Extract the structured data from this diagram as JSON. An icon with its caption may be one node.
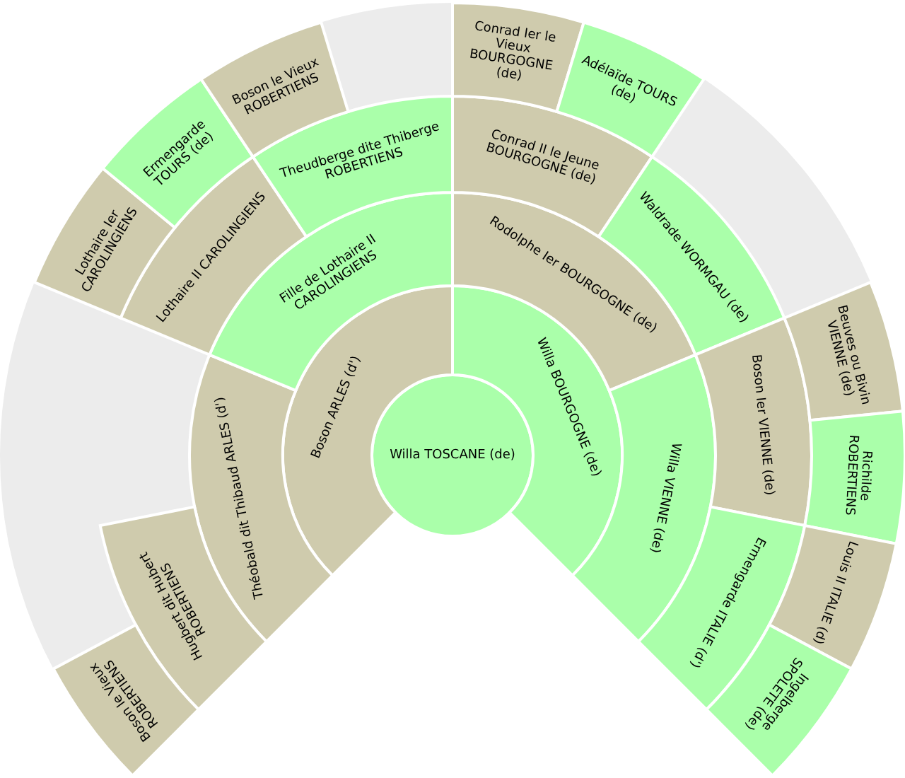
{
  "diagram": {
    "nodes": [
      {
        "text": [
          "Willa TOSCANE (de)"
        ]
      },
      {
        "text": [
          "Boson ARLES (d')"
        ]
      },
      {
        "text": [
          "Willa BOURGOGNE (de)"
        ]
      },
      {
        "text": [
          "Théobald dit Thibaud ARLES (d')"
        ]
      },
      {
        "text": [
          "Fille de Lothaire II CAROLINGIENS"
        ]
      },
      {
        "text": [
          "Rodolphe Ier BOURGOGNE (de)"
        ]
      },
      {
        "text": [
          "Willa VIENNE (de)"
        ]
      },
      {
        "text": [
          "Hugbert dit Hubert ROBERTIENS"
        ]
      },
      {
        "text": [
          "Lothaire II CAROLINGIENS"
        ]
      },
      {
        "text": [
          "Theudberge dite Thiberge ROBERTIENS"
        ]
      },
      {
        "text": [
          "Conrad II le Jeune BOURGOGNE (de)"
        ]
      },
      {
        "text": [
          "Waldrade WORMGAU (de)"
        ]
      },
      {
        "text": [
          "Boson Ier VIENNE (de)"
        ]
      },
      {
        "text": [
          "Ermengarde ITALIE (d')"
        ]
      },
      {
        "text": [
          "Boson le Vieux ROBERTIENS"
        ]
      },
      {
        "text": [
          "Lothaire Ier CAROLINGIENS"
        ]
      },
      {
        "text": [
          "Ermengarde TOURS (de)"
        ]
      },
      {
        "text": [
          "Boson le Vieux ROBERTIENS"
        ]
      },
      {
        "text": [
          "Conrad Ier le Vieux BOURGOGNE (de)"
        ]
      },
      {
        "text": [
          "Adélaïde TOURS (de)"
        ]
      },
      {
        "text": [
          "Beuves ou Bivin VIENNE (de)"
        ]
      },
      {
        "text": [
          "Richilde ROBERTIENS"
        ]
      },
      {
        "text": [
          "Louis II ITALIE (d)"
        ]
      },
      {
        "text": [
          "Ingelberge SPOLETE (de)"
        ]
      }
    ]
  }
}
